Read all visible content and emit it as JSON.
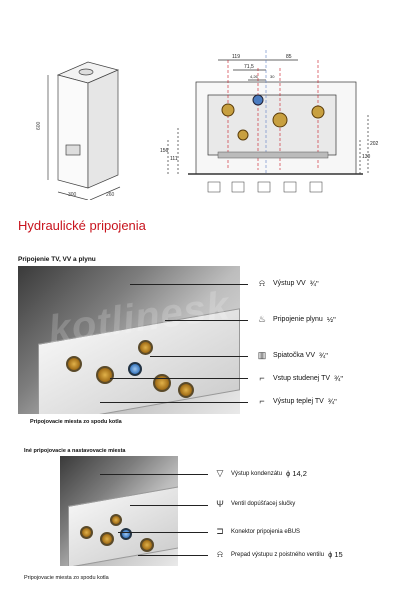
{
  "drawing": {
    "dims_left": {
      "height": "600",
      "width": "300",
      "depth": "260"
    },
    "dims_top": [
      "119",
      "85",
      "71,5",
      "4,26",
      "30"
    ],
    "dims_right": [
      "202",
      "130"
    ],
    "dims_left_front": [
      "156",
      "111"
    ]
  },
  "heading": "Hydraulické pripojenia",
  "section1": {
    "title": "Pripojenie TV, VV a plynu",
    "watermark": "kotlinesk",
    "callouts": [
      {
        "label": "Výstup VV",
        "size": "¾\""
      },
      {
        "label": "Pripojenie plynu",
        "size": "½\""
      },
      {
        "label": "Spiatočka VV",
        "size": "¾\""
      },
      {
        "label": "Vstup studenej TV",
        "size": "¾\""
      },
      {
        "label": "Výstup teplej TV",
        "size": "¾\""
      }
    ],
    "caption": "Pripojovacie miesta zo spodu kotla"
  },
  "section2": {
    "title": "Iné pripojovacie a nastavovacie miesta",
    "callouts": [
      {
        "label": "Výstup kondenzátu",
        "size": "ϕ 14,2"
      },
      {
        "label": "Ventil dopúšťacej slučky",
        "size": ""
      },
      {
        "label": "Konektor pripojenia eBUS",
        "size": ""
      },
      {
        "label": "Prepad výstupu z poistného ventilu",
        "size": "ϕ 15"
      }
    ],
    "caption": "Pripojovacie miesta zo spodu kotla"
  },
  "icons": {
    "s1": [
      "tap-out-icon",
      "flame-icon",
      "radiator-return-icon",
      "cold-tap-icon",
      "hot-tap-icon"
    ],
    "s2": [
      "drain-icon",
      "valve-icon",
      "ebus-connector-icon",
      "drip-icon"
    ]
  }
}
